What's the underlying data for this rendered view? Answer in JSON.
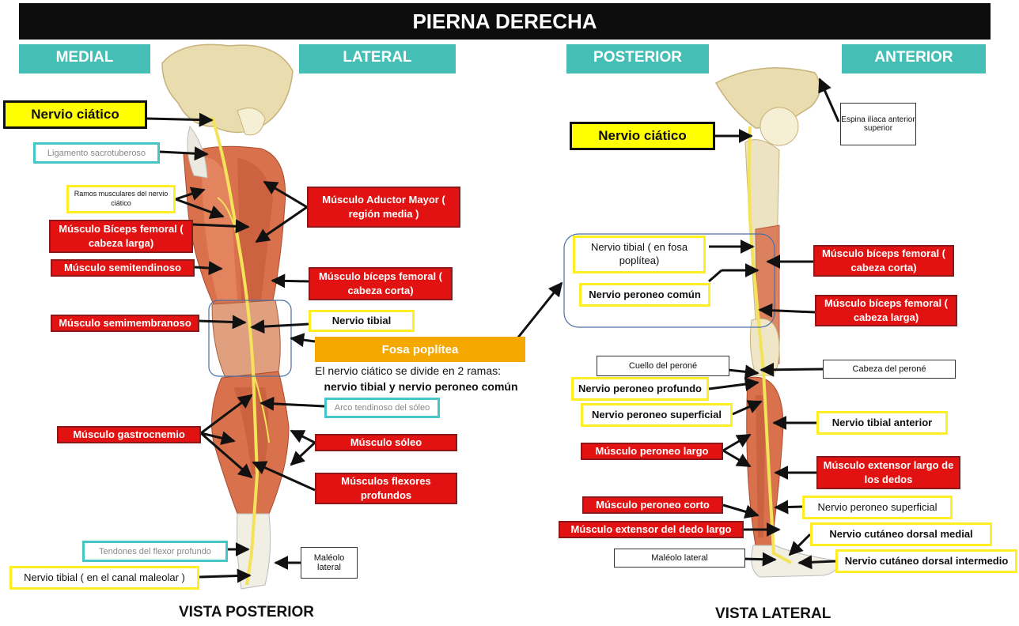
{
  "title": "PIERNA DERECHA",
  "tabs": {
    "medial": "MEDIAL",
    "lateral": "LATERAL",
    "posterior": "POSTERIOR",
    "anterior": "ANTERIOR"
  },
  "posterior_view": {
    "caption": "VISTA POSTERIOR",
    "labels": {
      "nervio_ciatico": "Nervio ciático",
      "ligamento_sacrotuberoso": "Ligamento sacrotuberoso",
      "ramos_musculares": "Ramos musculares del nervio ciático",
      "biceps_larga": "Músculo Bíceps femoral ( cabeza larga)",
      "semitendinoso": "Músculo semitendinoso",
      "semimembranoso": "Músculo semimembranoso",
      "gastrocnemio": "Músculo gastrocnemio",
      "tendones_flexor": "Tendones del flexor profundo",
      "tibial_canal": "Nervio tibial ( en el canal maleolar )",
      "aductor_mayor": "Músculo Aductor Mayor ( región media )",
      "biceps_corta": "Músculo bíceps femoral ( cabeza corta)",
      "nervio_tibial": "Nervio tibial",
      "fosa_poplitea": "Fosa poplítea",
      "arco_soleo": "Arco tendinoso del sóleo",
      "soleo": "Músculo sóleo",
      "flexores_profundos": "Músculos flexores profundos",
      "maleolo_medial": "Maléolo lateral"
    },
    "note_text": "El nervio ciático se divide en 2 ramas:",
    "note_bold": "nervio tibial  y nervio peroneo común"
  },
  "lateral_view": {
    "caption": "VISTA LATERAL",
    "labels": {
      "nervio_ciatico": "Nervio ciático",
      "espina_iliaca": "Espina ilíaca anterior superior",
      "tibial_fosa": "Nervio tibial ( en fosa poplítea)",
      "peroneo_comun": "Nervio peroneo común",
      "biceps_corta": "Músculo bíceps femoral ( cabeza corta)",
      "biceps_larga": "Músculo bíceps femoral ( cabeza larga)",
      "cuello_perone": "Cuello del peroné",
      "cabeza_perone": "Cabeza del peroné",
      "peroneo_profundo": "Nervio peroneo profundo",
      "peroneo_superficial": "Nervio peroneo superficial",
      "tibial_anterior": "Nervio tibial  anterior",
      "peroneo_largo": "Músculo peroneo largo",
      "extensor_largo_dedos": "Músculo extensor largo de los dedos",
      "peroneo_corto": "Músculo peroneo corto",
      "peroneo_superficial_2": "Nervio peroneo superficial",
      "extensor_dedo_largo": "Músculo extensor del dedo largo",
      "cutaneo_medial": "Nervio cutáneo dorsal medial",
      "maleolo_lateral": "Maléolo lateral",
      "cutaneo_intermedio": "Nervio cutáneo dorsal intermedio"
    }
  }
}
